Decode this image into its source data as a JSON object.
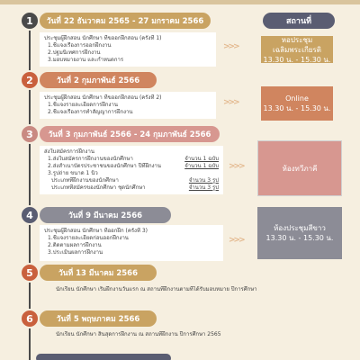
{
  "steps": [
    {
      "number": "1",
      "date": "วันที่ 22 ธันวาคม 2565 - 27 มกราคม 2566",
      "lines": [
        "ประชุมผู้ฝึกสอน นักศึกษา ที่ขออกฝึกสอน (ครั้งที่ 1)",
        "1.ชี้แจงเรื่องการออกฝึกงาน",
        "2.ปฐมนิเทศการฝึกงาน",
        "3.มอบหมายงาน และกำหนดการ"
      ]
    },
    {
      "number": "2",
      "date": "วันที่ 2 กุมภาพันธ์ 2566",
      "lines": [
        "ประชุมผู้ฝึกสอน นักศึกษา ที่ขออกฝึกสอน (ครั้งที่ 2)",
        "1.ชี้แจงรายละเอียดการฝึกงาน",
        "2.ชี้แจงเรื่องการทำสัญญาการฝึกงาน"
      ]
    },
    {
      "number": "3",
      "date": "วันที่ 3 กุมภาพันธ์ 2566 - 24 กุมภาพันธ์ 2566",
      "lines": [
        {
          "text": "ส่งใบสมัครการฝึกงาน"
        },
        {
          "text": "1.ส่งใบสมัครการฝึกงานของนักศึกษา",
          "right": "จำนวน 1 ฉบับ"
        },
        {
          "text": "2.ส่งสำเนาบัตรประชาชนของนักศึกษา ปีที่ฝึกงาน",
          "right": "จำนวน 1 ฉบับ"
        },
        {
          "text": "3.รูปถ่าย ขนาด 1 นิ้ว"
        },
        {
          "text": "ประเภทที่ฝึกงานของนักศึกษา",
          "right": "จำนวน 3 รูป"
        },
        {
          "text": "ประเภทที่สมัครของนักศึกษา ชุดนักศึกษา",
          "right": "จำนวน 3 รูป"
        }
      ]
    },
    {
      "number": "4",
      "date": "วันที่ 9 มีนาคม 2566",
      "lines": [
        "ประชุมผู้ฝึกสอน นักศึกษา ที่ออกฝึก (ครั้งที่ 3)",
        "1.ชี้แจงรายละเอียดก่อนออกฝึกงาน",
        "2.ติดตามผลการฝึกงาน",
        "3.ประเมินผลการฝึกงาน"
      ]
    },
    {
      "number": "5",
      "date": "วันที่ 13 มีนาคม 2566",
      "lines": [
        "นักเรียน นักศึกษา เริ่มฝึกงานวันแรก ณ สถานที่ฝึกงานตามที่ได้รับมอบหมาย ปีการศึกษา 2565"
      ]
    },
    {
      "number": "6",
      "date": "วันที่ 5 พฤษภาคม 2566",
      "lines": [
        "นักเรียน นักศึกษา สิ้นสุดการฝึกงาน ณ สถานที่ฝึกงาน ปีการศึกษา 2565"
      ]
    }
  ],
  "venue_header": "สถานที่",
  "venues": [
    {
      "name": "หอประชุมเฉลิมพระเกียรติ",
      "time": "13.30 น. - 15.30 น."
    },
    {
      "name": "Online",
      "time": "13.30 น. - 15.30 น."
    },
    {
      "name": "ห้องทวีภาคี",
      "time": ""
    },
    {
      "name": "ห้องประชุมสีขาว",
      "time": "13.30 น. - 15.30 น."
    }
  ],
  "arrows": ">>>",
  "colors": {
    "background": "#f6efe0",
    "gold": "#c9a362",
    "orange": "#d0855f",
    "pink": "#d79790",
    "slate": "#5a5d72",
    "grey": "#8c8c96"
  }
}
